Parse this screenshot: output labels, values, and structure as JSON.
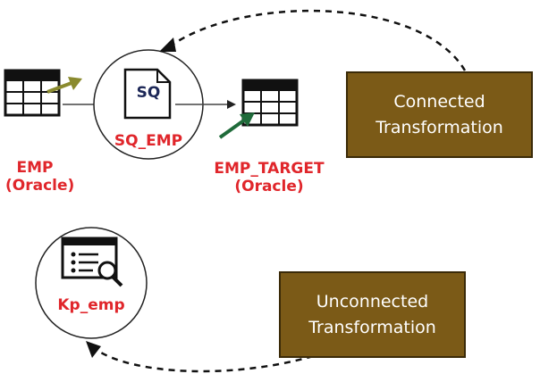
{
  "nodes": {
    "emp": {
      "name": "EMP",
      "db": "(Oracle)",
      "icon": "table-icon"
    },
    "sq_emp": {
      "name": "SQ_EMP",
      "badge": "SQ",
      "icon": "document-icon"
    },
    "emp_target": {
      "name": "EMP_TARGET",
      "db": "(Oracle)",
      "icon": "table-icon"
    },
    "kp_emp": {
      "name": "Kp_emp",
      "icon": "lookup-icon"
    }
  },
  "boxes": {
    "connected": {
      "line1": "Connected",
      "line2": "Transformation"
    },
    "unconnected": {
      "line1": "Unconnected",
      "line2": "Transformation"
    }
  },
  "colors": {
    "label": "#e0262b",
    "box_fill": "#7b5a17",
    "box_border": "#3a2a08",
    "source_arrow": "#8a8a2e",
    "target_arrow": "#1f6b3a"
  }
}
